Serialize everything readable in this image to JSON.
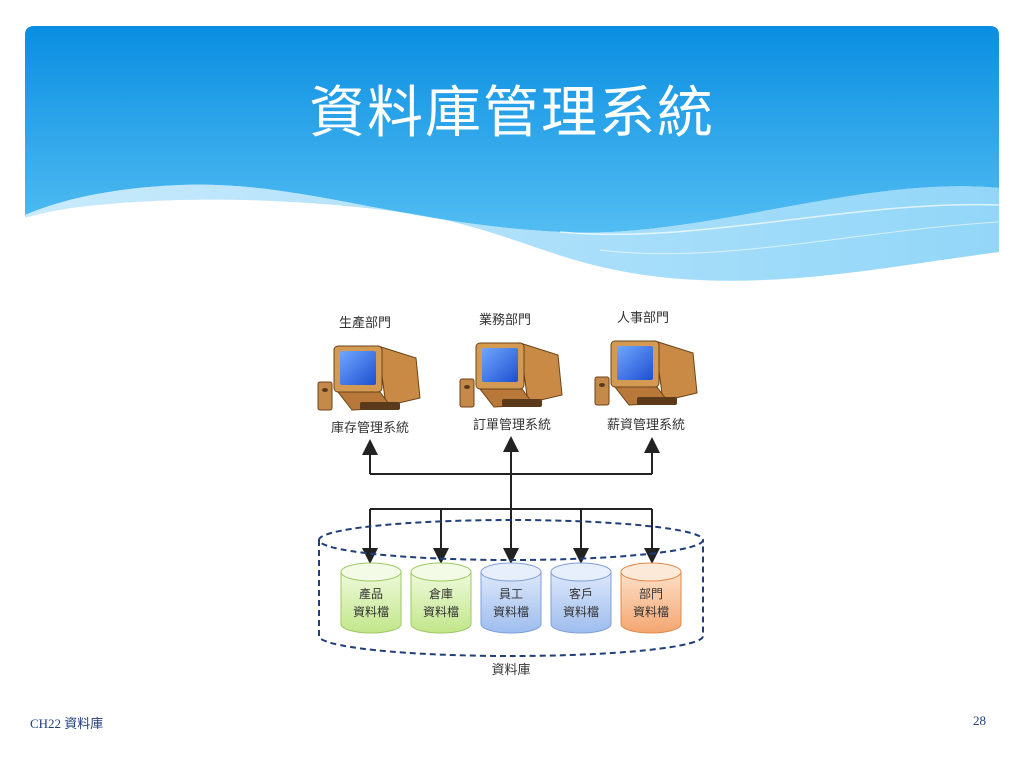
{
  "slide": {
    "title": "資料庫管理系統",
    "footer_left": "CH22 資料庫",
    "page_number": "28"
  },
  "diagram": {
    "departments": [
      {
        "name": "生產部門",
        "system": "庫存管理系統"
      },
      {
        "name": "業務部門",
        "system": "訂單管理系統"
      },
      {
        "name": "人事部門",
        "system": "薪資管理系統"
      }
    ],
    "database_label": "資料庫",
    "files": [
      {
        "line1": "產品",
        "line2": "資料檔",
        "color": "green"
      },
      {
        "line1": "倉庫",
        "line2": "資料檔",
        "color": "green"
      },
      {
        "line1": "員工",
        "line2": "資料檔",
        "color": "blue"
      },
      {
        "line1": "客戶",
        "line2": "資料檔",
        "color": "blue"
      },
      {
        "line1": "部門",
        "line2": "資料檔",
        "color": "orange"
      }
    ]
  },
  "colors": {
    "header_top": "#0a8ee2",
    "header_bottom": "#4db8f0",
    "file_green": "#d6f0a8",
    "file_blue": "#b4ccf2",
    "file_orange": "#f7b98a"
  }
}
